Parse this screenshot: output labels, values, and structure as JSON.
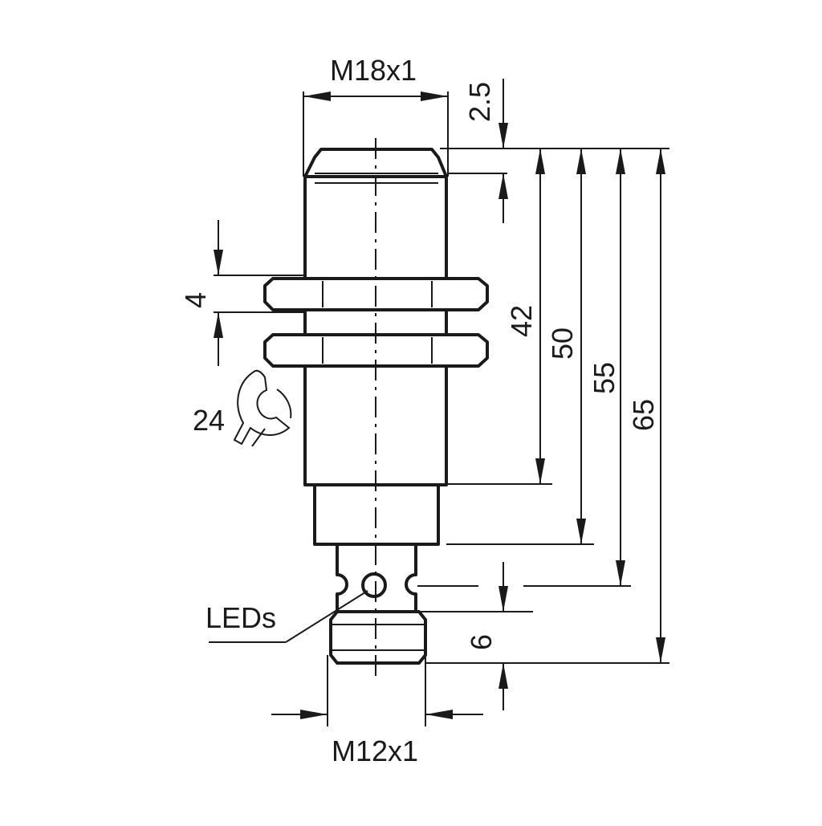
{
  "labels": {
    "thread_top": "M18x1",
    "thread_bottom": "M12x1",
    "dim_2_5": "2.5",
    "dim_4": "4",
    "dim_42": "42",
    "dim_50": "50",
    "dim_55": "55",
    "dim_65": "65",
    "dim_6": "6",
    "wrench_size": "24",
    "leds": "LEDs"
  }
}
